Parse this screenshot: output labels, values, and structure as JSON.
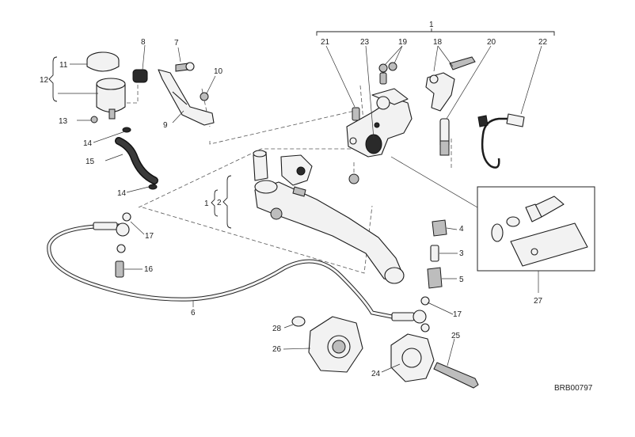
{
  "labels": {
    "n1a": "1",
    "n1b": "1",
    "n2": "2",
    "n3": "3",
    "n4": "4",
    "n5": "5",
    "n6": "6",
    "n7": "7",
    "n8": "8",
    "n9": "9",
    "n10": "10",
    "n11": "11",
    "n12": "12",
    "n13": "13",
    "n14a": "14",
    "n14b": "14",
    "n15": "15",
    "n16": "16",
    "n17a": "17",
    "n17b": "17",
    "n18": "18",
    "n19": "19",
    "n20": "20",
    "n21": "21",
    "n22": "22",
    "n23": "23",
    "n24": "24",
    "n25": "25",
    "n26": "26",
    "n27": "27",
    "n28": "28"
  },
  "drawing_code": "BRB00797",
  "colors": {
    "line": "#1c1c1c",
    "fill": "#f2f2f2",
    "dark": "#2a2a2a",
    "background": "#ffffff"
  }
}
